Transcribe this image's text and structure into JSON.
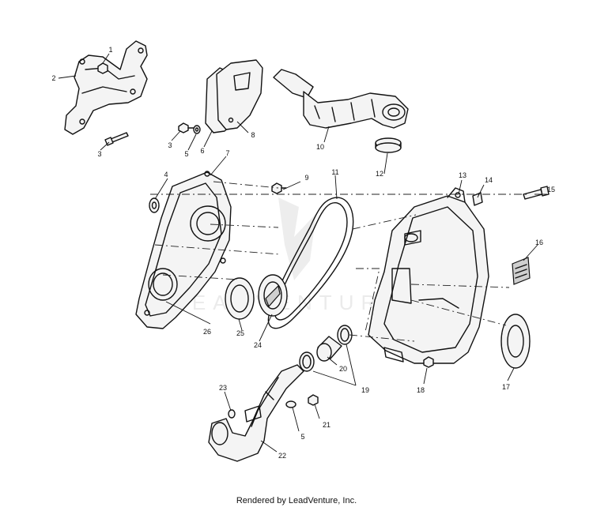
{
  "footer_text": "Rendered by LeadVenture, Inc.",
  "watermark_text": "LEADVENTURE",
  "callouts": [
    "1",
    "2",
    "3",
    "3",
    "5",
    "6",
    "8",
    "10",
    "12",
    "4",
    "7",
    "9",
    "11",
    "13",
    "14",
    "15",
    "16",
    "26",
    "25",
    "24",
    "20",
    "19",
    "18",
    "17",
    "23",
    "21",
    "5",
    "22"
  ]
}
